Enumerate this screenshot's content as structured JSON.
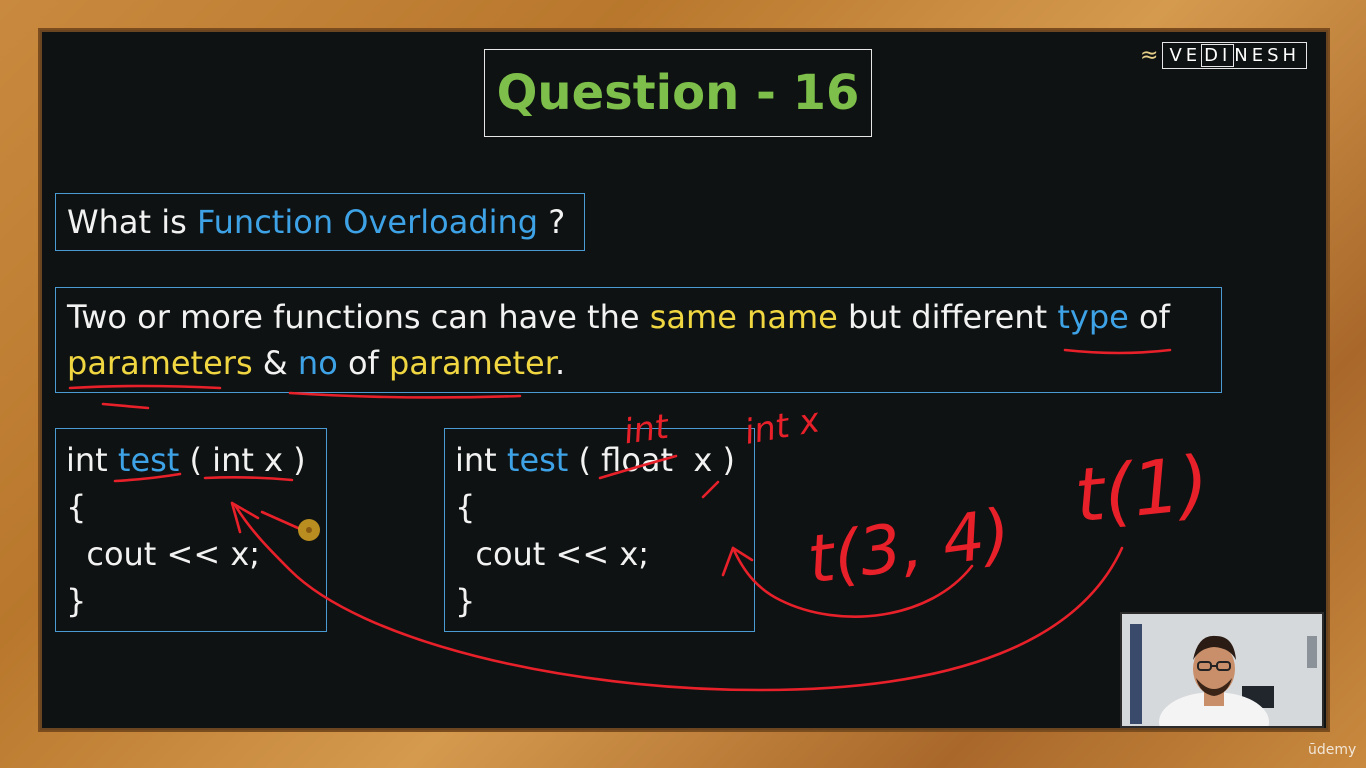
{
  "slide": {
    "title": "Question - 16",
    "logo_text_a": "VE",
    "logo_text_b": "DI",
    "logo_text_c": "NESH",
    "question": {
      "prefix": "What is ",
      "highlight": "Function Overloading",
      "suffix": " ?"
    },
    "answer": {
      "line1_part1": "Two or more functions can have the ",
      "line1_highlight": "same name",
      "line1_part2": " but different ",
      "line1_highlight2": "type",
      "line1_part3": " of",
      "line2_highlight": "parameters",
      "line2_part1": " & ",
      "line2_highlight2": "no",
      "line2_part2": " of ",
      "line2_highlight3": "parameter",
      "line2_part3": "."
    },
    "code1": {
      "l1_a": "int ",
      "l1_b": "test",
      "l1_c": " ( int x )",
      "l2": "{",
      "l3": "  cout << x;",
      "l4": "}"
    },
    "code2": {
      "l1_a": "int ",
      "l1_b": "test",
      "l1_c": " ( float  x )",
      "l2": "{",
      "l3": "  cout << x;",
      "l4": "}"
    }
  },
  "annotations": {
    "note_int": "int",
    "note_intx": "int x",
    "call_two": "t(3, 4)",
    "call_one": "t(1)"
  },
  "watermark": "ūdemy",
  "colors": {
    "title_green": "#7dbf4a",
    "keyword_blue": "#3ea2e6",
    "highlight_yellow": "#f0d640",
    "ink_red": "#e8202a",
    "board": "#0f1212",
    "frame": "#c98a3f"
  }
}
